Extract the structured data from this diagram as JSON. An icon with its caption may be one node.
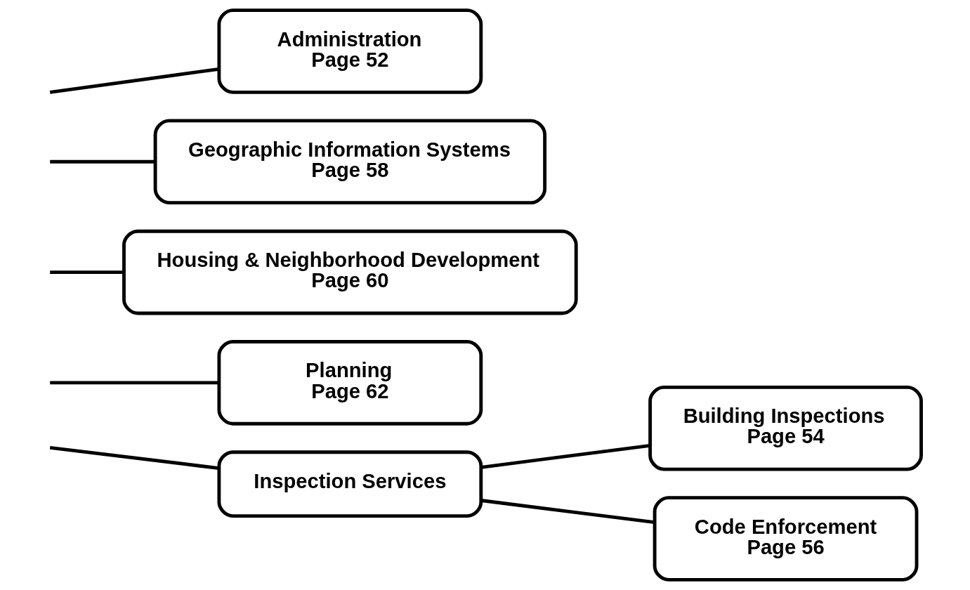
{
  "diagram": {
    "nodes": [
      {
        "text": [
          "Administration",
          "Page 52"
        ]
      },
      {
        "text": [
          "Geographic Information Systems",
          "Page 58"
        ]
      },
      {
        "text": [
          "Housing & Neighborhood Development",
          "Page 60"
        ]
      },
      {
        "text": [
          "Planning",
          "Page 62"
        ]
      },
      {
        "text": [
          "Inspection Services"
        ]
      },
      {
        "text": [
          "Building Inspections",
          "Page 54"
        ]
      },
      {
        "text": [
          "Code Enforcement",
          "Page 56"
        ]
      }
    ],
    "edges": [
      {
        "from": null,
        "to": 0,
        "arrow": "none"
      },
      {
        "from": null,
        "to": 1,
        "arrow": "none"
      },
      {
        "from": null,
        "to": 2,
        "arrow": "none"
      },
      {
        "from": null,
        "to": 3,
        "arrow": "none"
      },
      {
        "from": null,
        "to": 4,
        "arrow": "none"
      },
      {
        "from": 4,
        "to": 5,
        "arrow": "none"
      },
      {
        "from": 4,
        "to": 6,
        "arrow": "none"
      }
    ]
  }
}
